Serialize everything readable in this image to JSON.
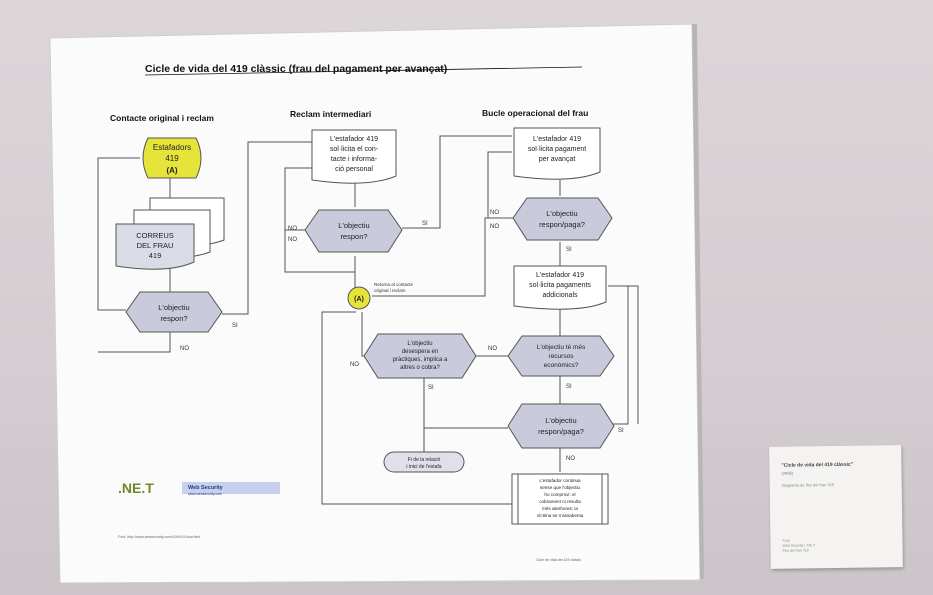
{
  "poster": {
    "title": "Cicle de vida del 419 clàssic (frau del pagament per avançat)",
    "col1": "Contacte original i reclam",
    "col2": "Reclam intermediari",
    "col3": "Bucle operacional del frau",
    "scammers": [
      "Estafadors",
      "419",
      "(A)"
    ],
    "emails": [
      "CORREUS",
      "DEL FRAU",
      "419"
    ],
    "victim_responds": [
      "L'objectiu",
      "respon?"
    ],
    "doc1": [
      "L'estafador 419",
      "sol·licita el con-",
      "tacte i informa-",
      "ció personal"
    ],
    "doc2": [
      "L'estafador 419",
      "sol·licita pagament",
      "per avançat"
    ],
    "decision_pays": [
      "L'objectiu",
      "respon/paga?"
    ],
    "doc3": [
      "L'estafador 419",
      "sol·licita pagaments",
      "addicionals"
    ],
    "decision_resources": [
      "L'objectiu té més",
      "recursos",
      "econòmics?"
    ],
    "decision_despair": [
      "L'objectiu",
      "desespera en",
      "pràctiques, implica a",
      "altres o cobra?"
    ],
    "connector_a": "(A)",
    "connector_note": [
      "Retorna al contacte",
      "original i reclam"
    ],
    "terminal": [
      "Fi de la relació",
      "i inici de l'estafa"
    ],
    "final_box": [
      "L'estafador continua",
      "sense que l'objectiu",
      "ho comprovi: el",
      "cobrament ni resulta",
      "més aleshores; la",
      "víctima se n'assabenta"
    ],
    "si": "SI",
    "no": "NO",
    "logo": ".NE.T",
    "logo_sub": "Web Security",
    "logo_url": "www.wessecurity.com",
    "footer_left": "Font: http://www.wessecurity.com/419/419-flow.html",
    "footer_right": "Cicle de vida del 419 clàssic",
    "colors": {
      "yellow": "#e8e63a",
      "hex": "#c9cbdc",
      "wall": "#d8d2d5"
    }
  },
  "card": {
    "title": "\"Cicle de vida del 419 clàssic\"",
    "sub": "(2006)",
    "line": "Diagrama de flux del frau 419",
    "footer": [
      "Font:",
      "Web Security / .NE.T",
      "Flux del frau 419"
    ]
  }
}
